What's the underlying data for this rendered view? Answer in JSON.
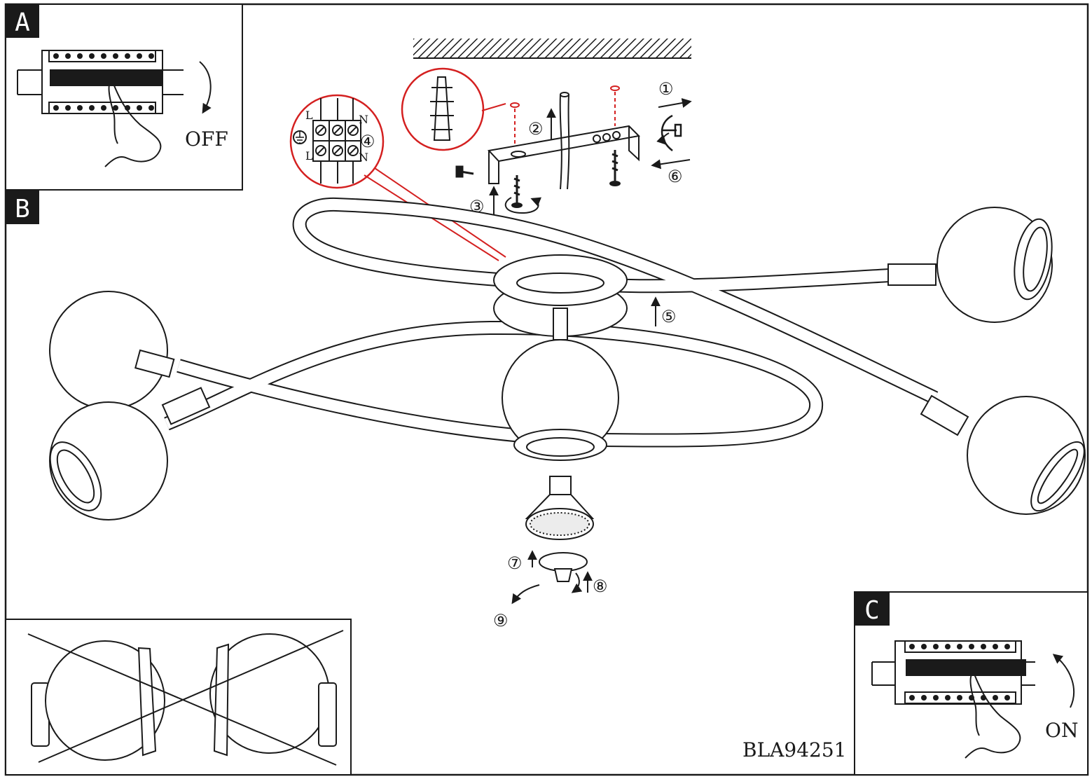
{
  "panels": {
    "a": {
      "label": "A",
      "status": "OFF"
    },
    "b": {
      "label": "B"
    },
    "c": {
      "label": "C",
      "status": "ON"
    }
  },
  "terminal": {
    "left_top": "L",
    "left_bottom": "L",
    "right_top": "N",
    "right_bottom": "N"
  },
  "steps": [
    "①",
    "②",
    "③",
    "④",
    "⑤",
    "⑥",
    "⑦",
    "⑧",
    "⑨"
  ],
  "model_code": "BLA94251",
  "colors": {
    "line": "#1a1a1a",
    "callout": "#d42020",
    "label_bg": "#1a1a1a"
  }
}
